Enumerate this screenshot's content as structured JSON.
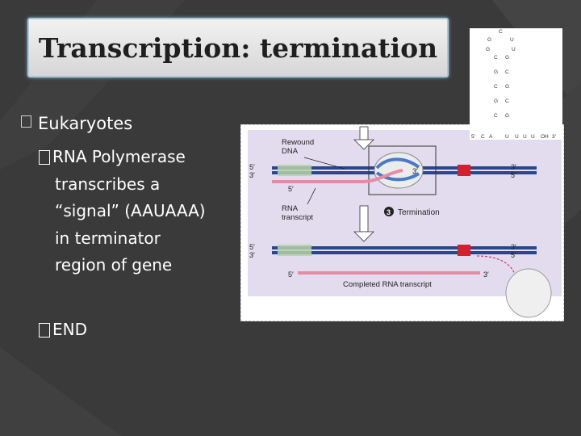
{
  "slide": {
    "title": "Transcription: termination",
    "bullet": {
      "text": "Eukaryotes",
      "sub_items": [
        {
          "lines": [
            "RNA Polymerase",
            "transcribes a",
            "“signal” (AAUAAA)",
            "in terminator",
            "region of gene"
          ]
        },
        {
          "lines": [
            "END"
          ]
        }
      ]
    }
  },
  "diagram": {
    "label_rewound": [
      "Rewound",
      "DNA"
    ],
    "label_rna": [
      "RNA",
      "transcript"
    ],
    "label_termination": "Termination",
    "step_number": "3",
    "label_completed": "Completed RNA transcript",
    "ends": {
      "top_left": [
        "5′",
        "3′"
      ],
      "top_right": [
        "3′",
        "5′"
      ],
      "rna_top_left": "5′",
      "poly_three": "3′",
      "bottom_left": [
        "5′",
        "3′"
      ],
      "bottom_right": [
        "3′",
        "5′"
      ],
      "rna_bottom_left": "5′",
      "rna_bottom_right": "3′"
    }
  },
  "hairpin": {
    "loop": [
      "G",
      "C",
      "U",
      "G",
      "U"
    ],
    "stem_left": [
      "C",
      "G",
      "C",
      "G",
      "C"
    ],
    "stem_right": [
      "G",
      "C",
      "G",
      "C",
      "G"
    ],
    "tail": [
      "5′",
      "C",
      "A",
      "U",
      "U",
      "U",
      "U",
      "OH",
      "3′"
    ]
  },
  "colors": {
    "background": "#3a3a3a",
    "panel": "#e2dcee",
    "dna_strand": "#27478f",
    "rna": "#e58ba6",
    "promoter_band": "#b7d1a8",
    "terminator_band": "#d2202c"
  }
}
